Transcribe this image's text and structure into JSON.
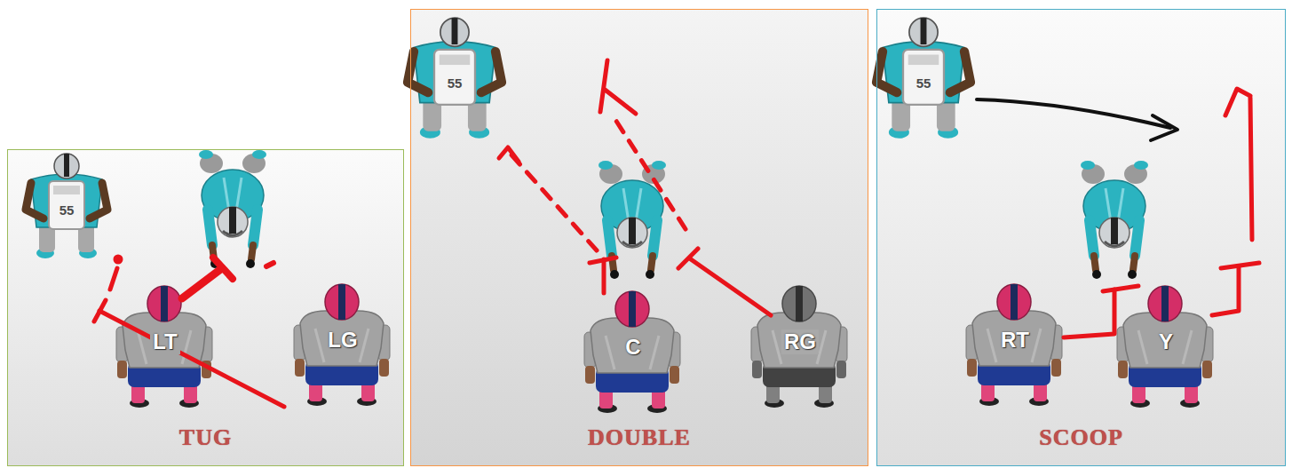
{
  "diagram": {
    "nodes": [
      {
        "text": [
          "TUG"
        ]
      },
      {
        "text": [
          "LT"
        ],
        "in": 0
      },
      {
        "text": [
          "LG"
        ],
        "in": 0
      },
      {
        "text": [
          "DOUBLE"
        ]
      },
      {
        "text": [
          "C"
        ],
        "in": 3
      },
      {
        "text": [
          "RG"
        ],
        "in": 3
      },
      {
        "text": [
          "SCOOP"
        ]
      },
      {
        "text": [
          "RT"
        ],
        "in": 6
      },
      {
        "text": [
          "Y"
        ],
        "in": 6
      }
    ],
    "labels": [
      "55",
      "55",
      "55"
    ]
  }
}
